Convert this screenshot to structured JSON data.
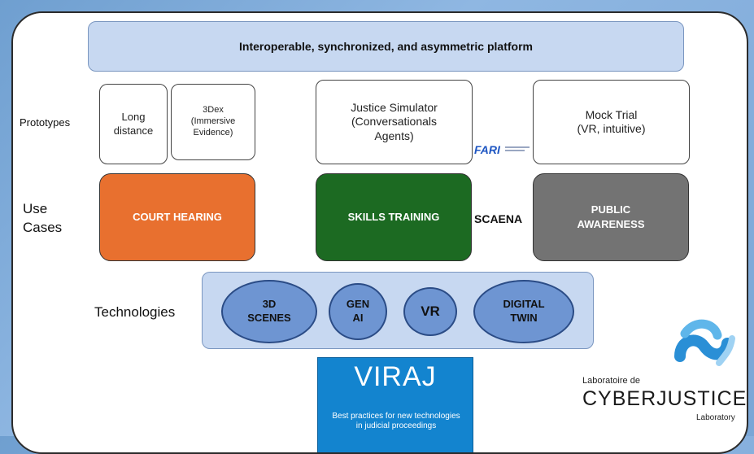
{
  "platform": {
    "label": "Interoperable, synchronized, and asymmetric platform"
  },
  "rows": {
    "prototypes": "Prototypes",
    "use_cases": "Use\nCases",
    "technologies": "Technologies"
  },
  "prototypes": [
    {
      "label": "Long\ndistance"
    },
    {
      "label": "3Dex\n(Immersive\nEvidence)"
    },
    {
      "label": "Justice Simulator\n(Conversationals\nAgents)"
    },
    {
      "label": "Mock Trial\n(VR, intuitive)"
    }
  ],
  "partner_logo": {
    "text": "FARI"
  },
  "use_cases": [
    {
      "label": "COURT HEARING",
      "color": "#e8702f"
    },
    {
      "label": "SKILLS TRAINING",
      "color": "#1c6a22"
    },
    {
      "label": "PUBLIC\nAWARENESS",
      "color": "#737373"
    }
  ],
  "scaena": "SCAENA",
  "technologies": [
    {
      "label": "3D\nSCENES"
    },
    {
      "label": "GEN\nAI"
    },
    {
      "label": "VR"
    },
    {
      "label": "DIGITAL\nTWIN"
    }
  ],
  "viraj": {
    "title": "VIRAJ",
    "subtitle": "Best practices for new technologies in judicial proceedings",
    "color": "#1384cf"
  },
  "cyberjustice": {
    "line1": "Laboratoire de",
    "name": "CYBERJUSTICE",
    "line2": "Laboratory"
  }
}
